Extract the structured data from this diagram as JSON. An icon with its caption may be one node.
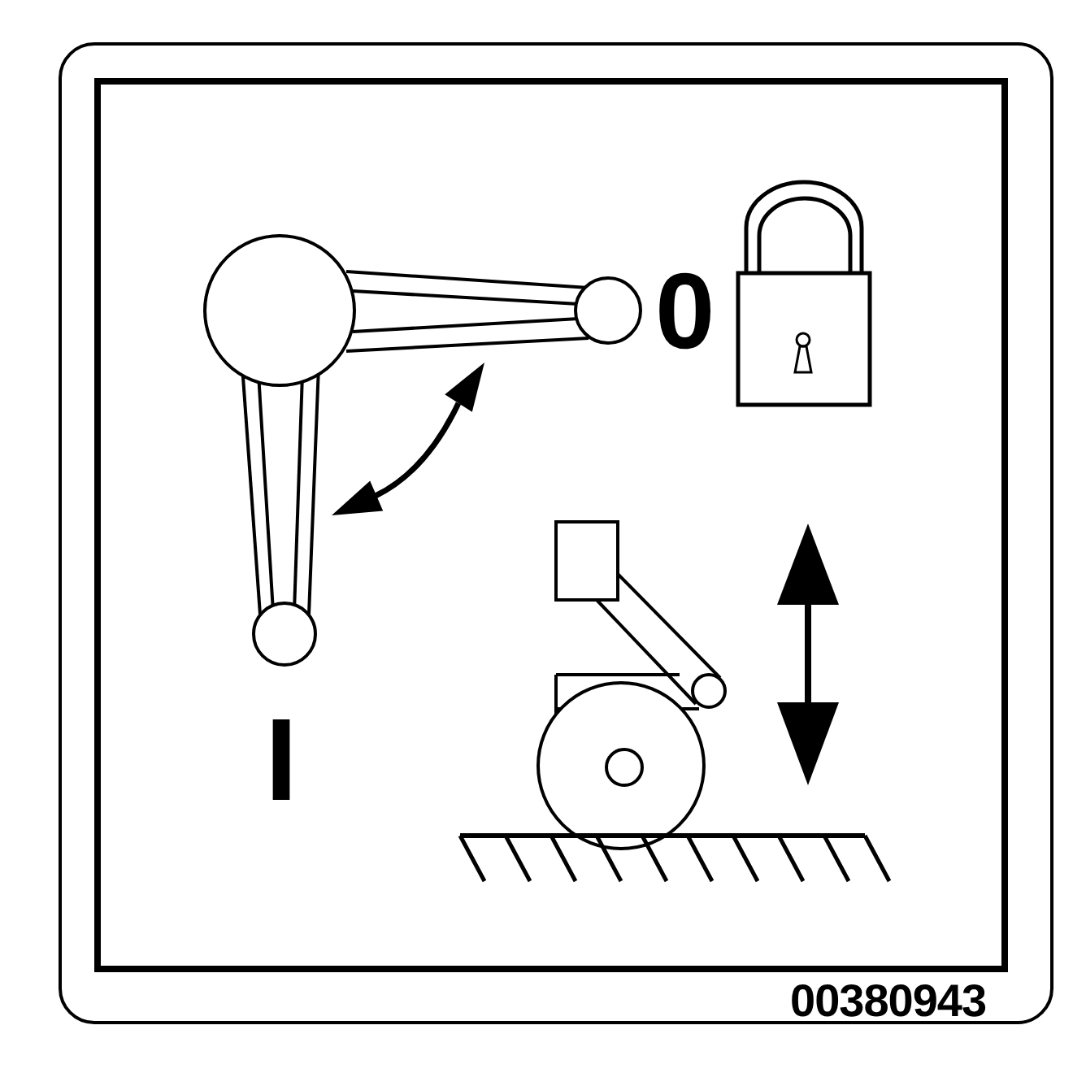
{
  "diagram": {
    "labels": [
      "0",
      "I",
      "00380943"
    ]
  }
}
